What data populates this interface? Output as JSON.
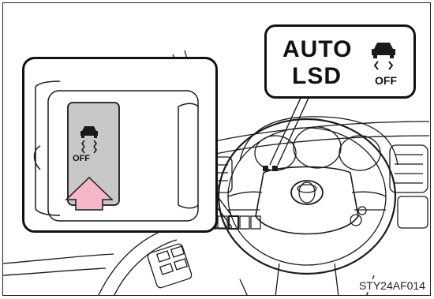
{
  "callout": {
    "line1": "AUTO",
    "line2": "LSD",
    "off_label": "OFF"
  },
  "switch": {
    "off_label": "OFF"
  },
  "figure_code": "STY24AF014",
  "colors": {
    "arrow_fill": "#f3b7c8",
    "switch_face": "#c8c8c8",
    "line": "#1a1a1a"
  }
}
